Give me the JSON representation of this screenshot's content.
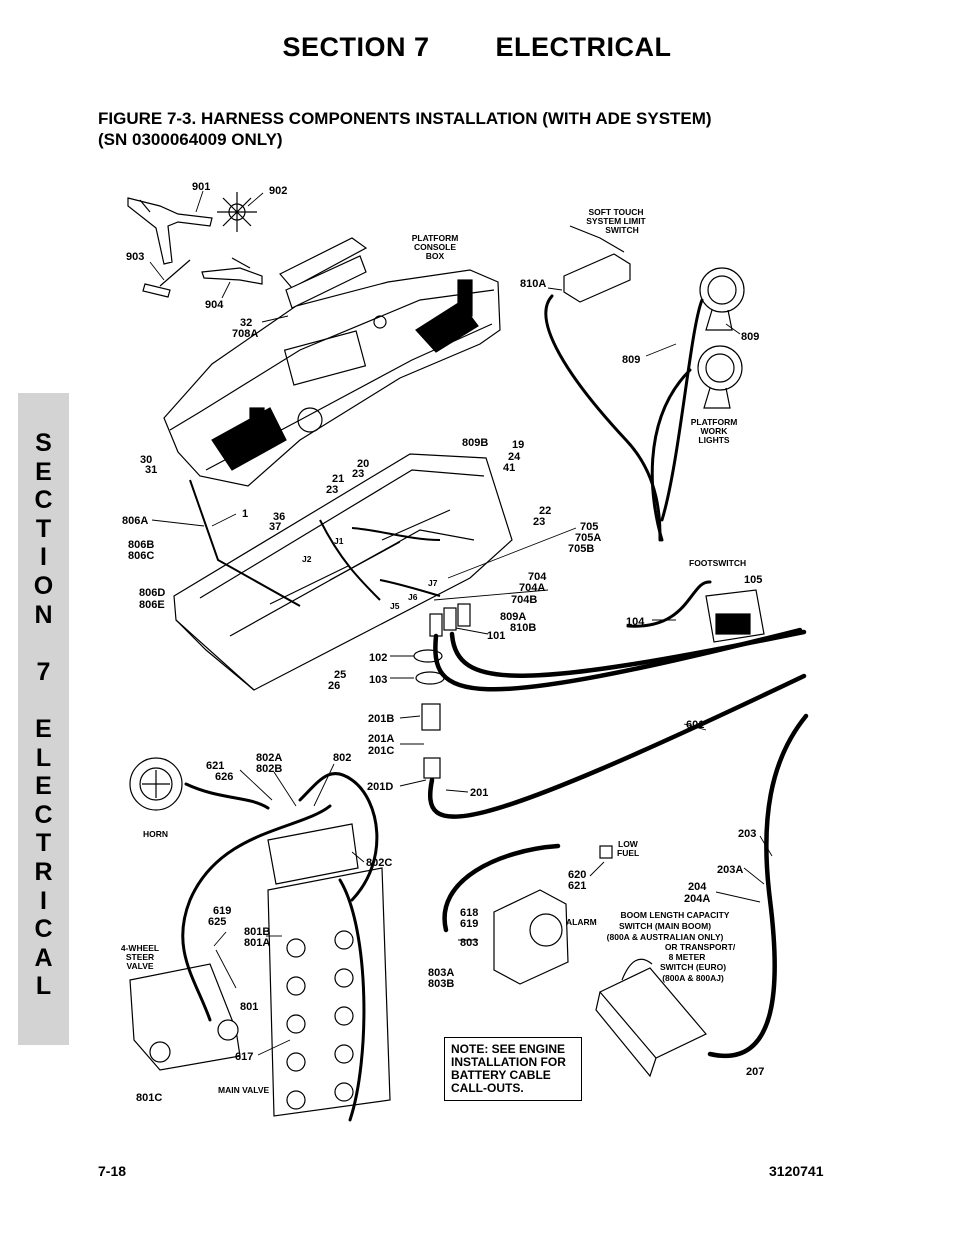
{
  "header": {
    "section": "SECTION 7",
    "subject": "ELECTRICAL"
  },
  "figure": {
    "title_line1": "FIGURE 7-3. HARNESS COMPONENTS INSTALLATION (WITH ADE SYSTEM)",
    "title_line2": "(SN 0300064009 ONLY)"
  },
  "side_tab": {
    "letters": [
      "S",
      "E",
      "C",
      "T",
      "I",
      "O",
      "N",
      "",
      "7",
      "",
      "E",
      "L",
      "E",
      "C",
      "T",
      "R",
      "I",
      "C",
      "A",
      "L"
    ]
  },
  "callouts": {
    "c901": "901",
    "c902": "902",
    "c903": "903",
    "c904": "904",
    "c32": "32",
    "c708A": "708A",
    "console_l1": "PLATFORM",
    "console_l2": "CONSOLE",
    "console_l3": "BOX",
    "soft_l1": "SOFT TOUCH",
    "soft_l2": "SYSTEM LIMIT",
    "soft_l3": "SWITCH",
    "c810A": "810A",
    "c809a": "809",
    "c809b": "809",
    "work_l1": "PLATFORM",
    "work_l2": "WORK",
    "work_l3": "LIGHTS",
    "c30": "30",
    "c31": "31",
    "c20": "20",
    "c23a": "23",
    "c21": "21",
    "c23b": "23",
    "c809B": "809B",
    "c19": "19",
    "c24": "24",
    "c41": "41",
    "c806A": "806A",
    "c1": "1",
    "c36": "36",
    "c37": "37",
    "c806B": "806B",
    "c806C": "806C",
    "c22": "22",
    "c23c": "23",
    "c705": "705",
    "c705A": "705A",
    "c705B": "705B",
    "cJ2": "J2",
    "cJ1": "J1",
    "cJ7": "J7",
    "cJ6": "J6",
    "cJ5": "J5",
    "c704": "704",
    "c704A": "704A",
    "c704B": "704B",
    "c806D": "806D",
    "c806E": "806E",
    "c809A": "809A",
    "c810B": "810B",
    "c101": "101",
    "footswitch": "FOOTSWITCH",
    "c105": "105",
    "c104": "104",
    "c102": "102",
    "c103": "103",
    "c25": "25",
    "c26": "26",
    "c201B": "201B",
    "c201A": "201A",
    "c201C": "201C",
    "c201D": "201D",
    "c201": "201",
    "c601": "601",
    "c621": "621",
    "c626": "626",
    "c802A": "802A",
    "c802B": "802B",
    "c802": "802",
    "horn": "HORN",
    "c802C": "802C",
    "low_l1": "LOW",
    "low_l2": "FUEL",
    "c620": "620",
    "c621b": "621",
    "c203": "203",
    "c203A": "203A",
    "c204": "204",
    "c204A": "204A",
    "c618": "618",
    "c619b": "619",
    "alarm": "ALARM",
    "c803": "803",
    "c803A": "803A",
    "c803B": "803B",
    "boom_l1": "BOOM LENGTH CAPACITY",
    "boom_l2": "SWITCH (MAIN BOOM)",
    "boom_l3": "(800A & AUSTRALIAN ONLY)",
    "boom_l4": "OR TRANSPORT/",
    "boom_l5": "8 METER",
    "boom_l6": "SWITCH (EURO)",
    "boom_l7": "(800A & 800AJ)",
    "c619": "619",
    "c625": "625",
    "c801B": "801B",
    "c801A": "801A",
    "steer_l1": "4-WHEEL",
    "steer_l2": "STEER",
    "steer_l3": "VALVE",
    "c801": "801",
    "c617": "617",
    "c801C": "801C",
    "main_valve": "MAIN VALVE",
    "c207": "207"
  },
  "note": {
    "line1": "NOTE: SEE ENGINE",
    "line2": "INSTALLATION FOR",
    "line3": "BATTERY CABLE",
    "line4": "CALL-OUTS."
  },
  "footer": {
    "page": "7-18",
    "doc_number": "3120741"
  }
}
